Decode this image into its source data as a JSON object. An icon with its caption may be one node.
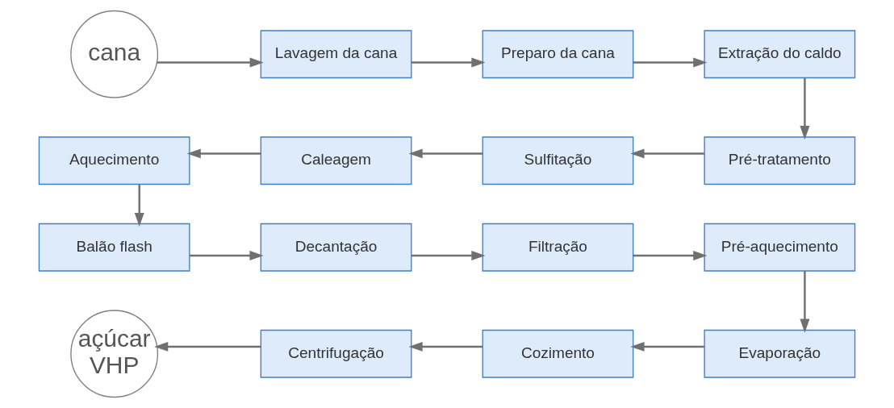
{
  "diagram": {
    "nodes": [
      {
        "text": [
          "cana"
        ]
      },
      {
        "text": [
          "Lavagem da cana"
        ]
      },
      {
        "text": [
          "Preparo da cana"
        ]
      },
      {
        "text": [
          "Extração do caldo"
        ]
      },
      {
        "text": [
          "Pré-tratamento"
        ]
      },
      {
        "text": [
          "Sulfitação"
        ]
      },
      {
        "text": [
          "Caleagem"
        ]
      },
      {
        "text": [
          "Aquecimento"
        ]
      },
      {
        "text": [
          "Balão flash"
        ]
      },
      {
        "text": [
          "Decantação"
        ]
      },
      {
        "text": [
          "Filtração"
        ]
      },
      {
        "text": [
          "Pré-aquecimento"
        ]
      },
      {
        "text": [
          "Evaporação"
        ]
      },
      {
        "text": [
          "Cozimento"
        ]
      },
      {
        "text": [
          "Centrifugação"
        ]
      },
      {
        "text": [
          "açúcar VHP"
        ]
      }
    ],
    "edges": [
      {
        "from": 0,
        "to": 1,
        "arrow": "to"
      },
      {
        "from": 1,
        "to": 2,
        "arrow": "to"
      },
      {
        "from": 2,
        "to": 3,
        "arrow": "to"
      },
      {
        "from": 3,
        "to": 4,
        "arrow": "to"
      },
      {
        "from": 4,
        "to": 5,
        "arrow": "to"
      },
      {
        "from": 5,
        "to": 6,
        "arrow": "to"
      },
      {
        "from": 6,
        "to": 7,
        "arrow": "to"
      },
      {
        "from": 7,
        "to": 8,
        "arrow": "to"
      },
      {
        "from": 8,
        "to": 9,
        "arrow": "to"
      },
      {
        "from": 9,
        "to": 10,
        "arrow": "to"
      },
      {
        "from": 10,
        "to": 11,
        "arrow": "to"
      },
      {
        "from": 11,
        "to": 12,
        "arrow": "to"
      },
      {
        "from": 12,
        "to": 13,
        "arrow": "to"
      },
      {
        "from": 13,
        "to": 14,
        "arrow": "to"
      },
      {
        "from": 14,
        "to": 15,
        "arrow": "to"
      }
    ]
  }
}
